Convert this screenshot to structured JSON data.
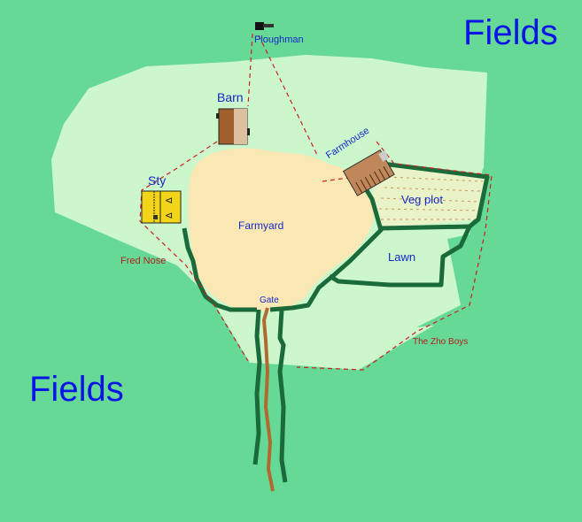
{
  "regions": {
    "fields_top": "Fields",
    "fields_bottom": "Fields",
    "farmyard": "Farmyard",
    "veg_plot": "Veg plot",
    "lawn": "Lawn",
    "gate": "Gate"
  },
  "buildings": {
    "barn": "Barn",
    "sty": "Sty",
    "farmhouse": "Farmhouse"
  },
  "characters": {
    "ploughman": "Ploughman",
    "fred_nose": "Fred Nose",
    "zho_boys": "The Zho Boys"
  },
  "colors": {
    "fields": "#66d996",
    "grounds": "#ccf7cc",
    "farmyard": "#fae8b4",
    "hedge": "#1b6b3a",
    "path": "#b06a30",
    "route": "#cc1e1e"
  }
}
